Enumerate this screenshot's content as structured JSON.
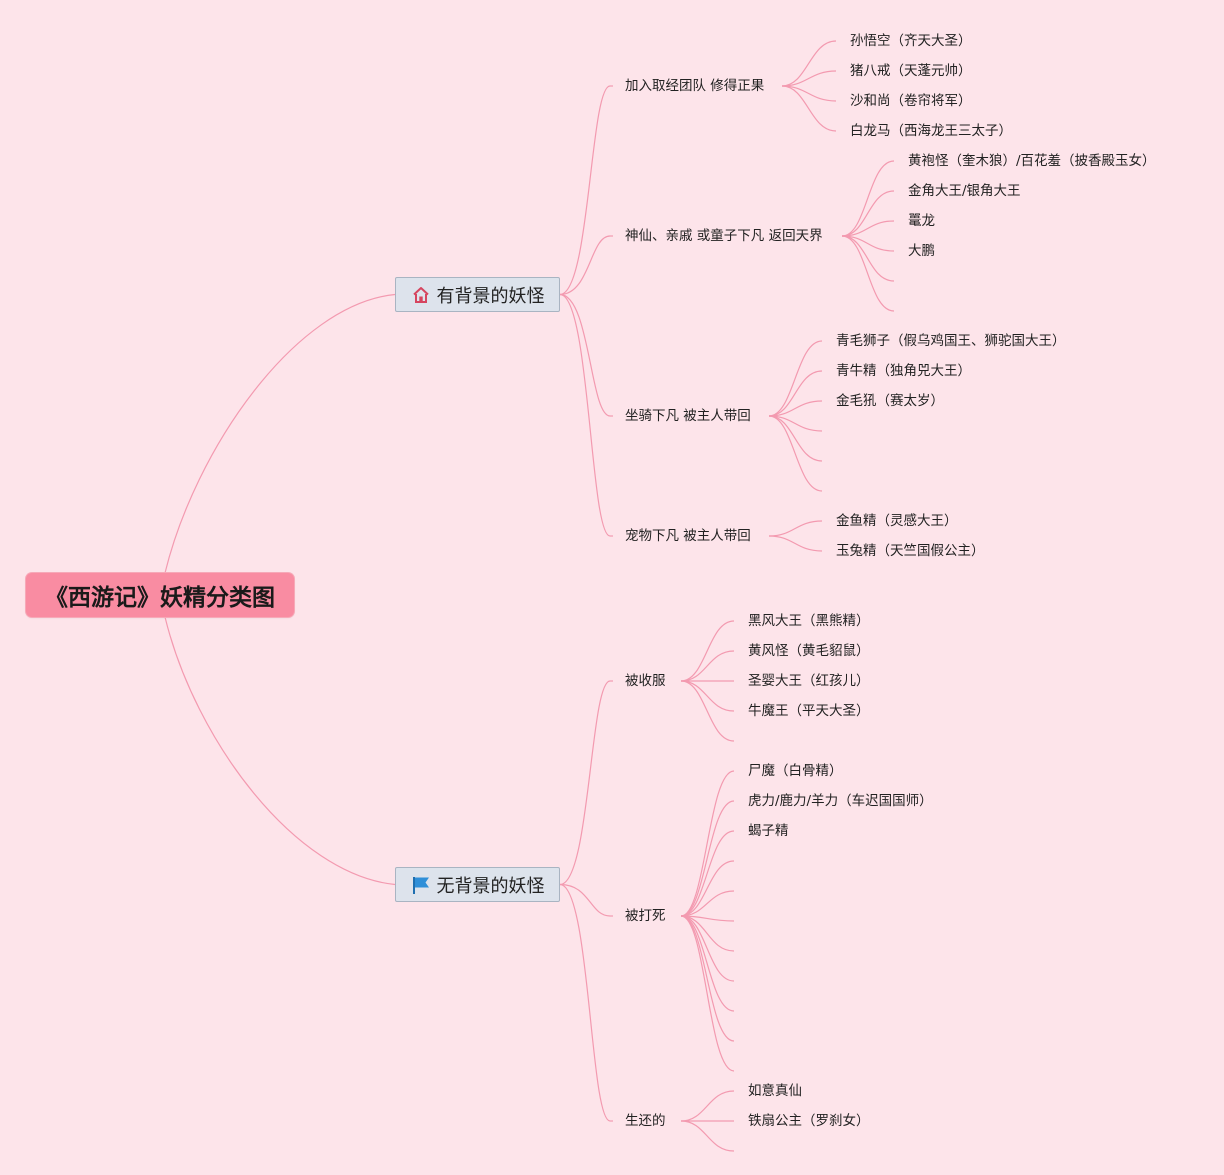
{
  "root": {
    "label": "《西游记》妖精分类图"
  },
  "branches": [
    {
      "label": "有背景的妖怪",
      "icon": "house-icon",
      "children": [
        {
          "label": "加入取经团队 修得正果",
          "leaves": [
            "孙悟空（齐天大圣）",
            "猪八戒（天蓬元帅）",
            "沙和尚（卷帘将军）",
            "白龙马（西海龙王三太子）"
          ]
        },
        {
          "label": "神仙、亲戚 或童子下凡 返回天界",
          "leaves": [
            "黄袍怪（奎木狼）/百花羞（披香殿玉女）",
            "金角大王/银角大王",
            "鼍龙",
            "大鹏",
            "",
            ""
          ]
        },
        {
          "label": "坐骑下凡 被主人带回",
          "leaves": [
            "青毛狮子（假乌鸡国王、狮驼国大王）",
            "青牛精（独角兕大王）",
            "金毛犼（赛太岁）",
            "",
            "",
            ""
          ]
        },
        {
          "label": "宠物下凡 被主人带回",
          "leaves": [
            "金鱼精（灵感大王）",
            "玉兔精（天竺国假公主）"
          ]
        }
      ]
    },
    {
      "label": "无背景的妖怪",
      "icon": "flag-icon",
      "children": [
        {
          "label": "被收服",
          "leaves": [
            "黑风大王（黑熊精）",
            "黄风怪（黄毛貂鼠）",
            "圣婴大王（红孩儿）",
            "牛魔王（平天大圣）",
            ""
          ]
        },
        {
          "label": "被打死",
          "leaves": [
            "尸魔（白骨精）",
            "虎力/鹿力/羊力（车迟国国师）",
            "蝎子精",
            "",
            "",
            "",
            "",
            "",
            "",
            "",
            ""
          ]
        },
        {
          "label": "生还的",
          "leaves": [
            "如意真仙",
            "铁扇公主（罗刹女）",
            ""
          ]
        }
      ]
    }
  ],
  "colors": {
    "background": "#fde4ea",
    "root": "#f98ca2",
    "branch_box": "#dde3ec",
    "link": "#f39ab0",
    "house_icon": "#d6455f",
    "flag_icon": "#2f8fd8"
  }
}
